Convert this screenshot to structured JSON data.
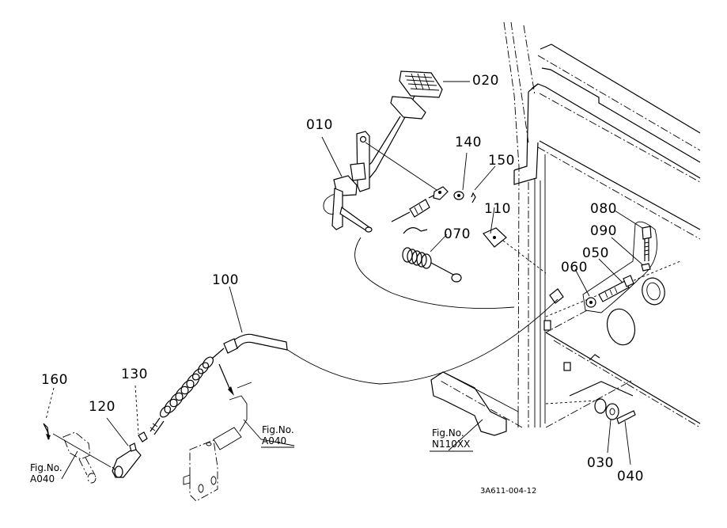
{
  "diagram": {
    "type": "exploded parts diagram",
    "drawing_code": "3A611-004-12",
    "part_labels": [
      {
        "id": "p020",
        "text": "020",
        "part": "pedal pad"
      },
      {
        "id": "p010",
        "text": "010",
        "part": "pedal arm"
      },
      {
        "id": "p140",
        "text": "140",
        "part": "washer"
      },
      {
        "id": "p150",
        "text": "150",
        "part": "clip pin"
      },
      {
        "id": "p110",
        "text": "110",
        "part": "plate"
      },
      {
        "id": "p070",
        "text": "070",
        "part": "return spring"
      },
      {
        "id": "p080",
        "text": "080",
        "part": "bolt"
      },
      {
        "id": "p090",
        "text": "090",
        "part": "nut"
      },
      {
        "id": "p050",
        "text": "050",
        "part": "stop bolt"
      },
      {
        "id": "p060",
        "text": "060",
        "part": "nut"
      },
      {
        "id": "p100",
        "text": "100",
        "part": "cable"
      },
      {
        "id": "p160",
        "text": "160",
        "part": "clip"
      },
      {
        "id": "p130",
        "text": "130",
        "part": "nut"
      },
      {
        "id": "p120",
        "text": "120",
        "part": "yoke"
      },
      {
        "id": "p030",
        "text": "030",
        "part": "washer"
      },
      {
        "id": "p040",
        "text": "040",
        "part": "cotter pin"
      }
    ],
    "figure_refs": [
      {
        "id": "fig_a040_left",
        "line1": "Fig.No.",
        "line2": "A040"
      },
      {
        "id": "fig_a040_mid",
        "line1": "Fig.No.",
        "line2": "A040"
      },
      {
        "id": "fig_n110xx",
        "line1": "Fig.No.",
        "line2": "N110XX"
      }
    ]
  }
}
